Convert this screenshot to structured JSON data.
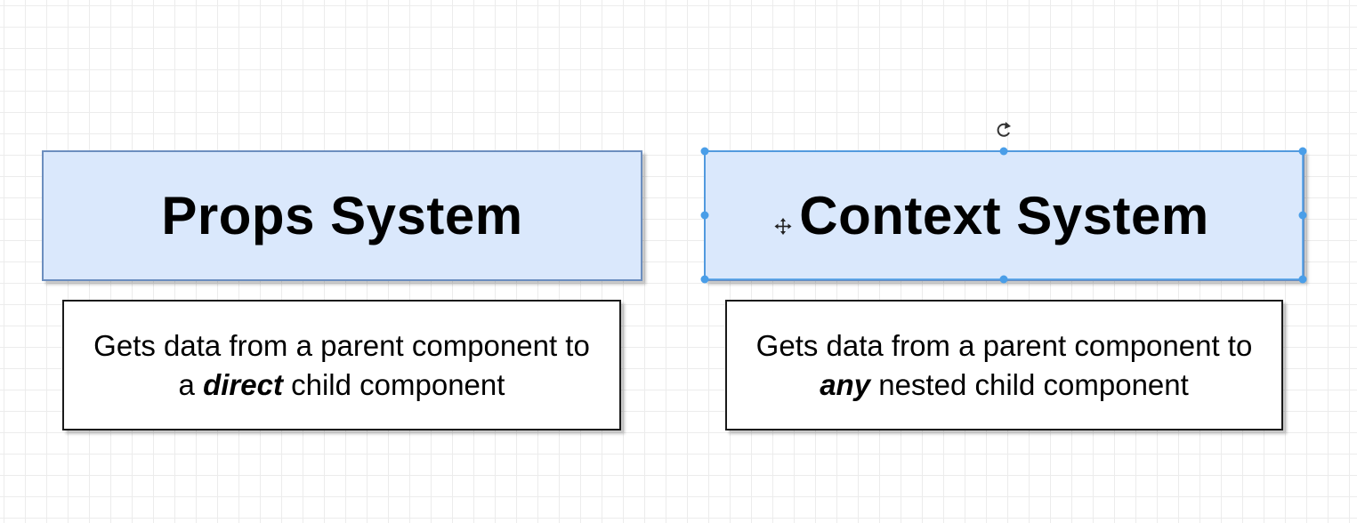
{
  "diagram": {
    "cards": [
      {
        "title": "Props System",
        "description": {
          "line1": "Gets data from a parent component to",
          "line2_prefix": "a ",
          "line2_emphasis": "direct",
          "line2_suffix": " child component"
        }
      },
      {
        "title": "Context System",
        "description": {
          "line1": "Gets data from a parent component to",
          "line2_prefix": "",
          "line2_emphasis": "any",
          "line2_suffix": " nested child component"
        },
        "selected": true
      }
    ]
  },
  "colors": {
    "title_fill": "#dae8fc",
    "title_stroke": "#6c8ebf",
    "selection_handle": "#4a9ee8",
    "grid_line": "#ececec"
  },
  "icons": {
    "rotate": "rotate-icon",
    "move": "move-cursor-icon"
  }
}
